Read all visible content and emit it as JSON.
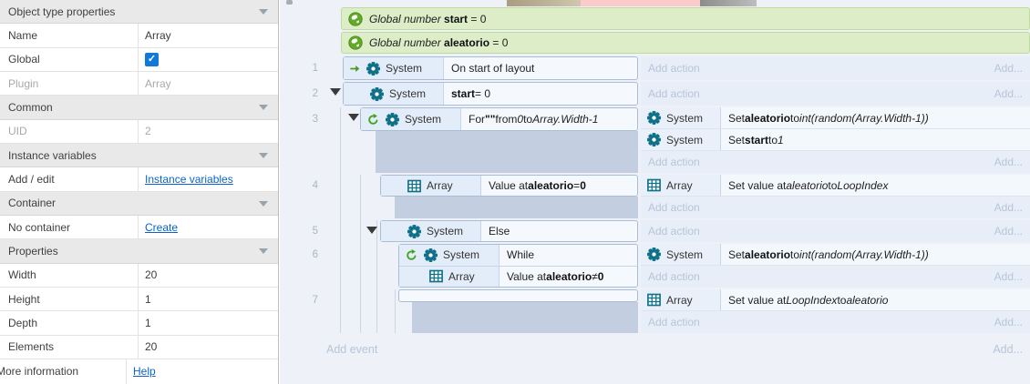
{
  "panel": {
    "rows": [
      {
        "label": "Object type properties"
      },
      {
        "label": "Name",
        "value": "Array"
      },
      {
        "label": "Global"
      },
      {
        "label": "Plugin",
        "value": "Array"
      },
      {
        "label": "Common"
      },
      {
        "label": "UID",
        "value": "2"
      },
      {
        "label": "Instance variables"
      },
      {
        "label": "Add / edit",
        "value": "Instance variables"
      },
      {
        "label": "Container"
      },
      {
        "label": "No container",
        "value": "Create"
      },
      {
        "label": "Properties"
      },
      {
        "label": "Width",
        "value": "20"
      },
      {
        "label": "Height",
        "value": "1"
      },
      {
        "label": "Depth",
        "value": "1"
      },
      {
        "label": "Elements",
        "value": "20"
      },
      {
        "label": "More information",
        "value": "Help"
      }
    ],
    "checkbox_glyph": "✓"
  },
  "sheet": {
    "labels": {
      "add_action": "Add action",
      "add_more": "Add...",
      "add_event": "Add event"
    },
    "numbers": [
      "1",
      "2",
      "3",
      "4",
      "5",
      "6",
      "7"
    ],
    "globals": [
      {
        "text": [
          [
            "Global number ",
            "i"
          ],
          [
            "start",
            "b"
          ],
          [
            " = 0",
            "n"
          ]
        ]
      },
      {
        "text": [
          [
            "Global number ",
            "i"
          ],
          [
            "aleatorio",
            "b"
          ],
          [
            " = 0",
            "n"
          ]
        ]
      }
    ],
    "events": {
      "e1": {
        "obj": "System",
        "cond": [
          [
            "On start of layout",
            "n"
          ]
        ]
      },
      "e2": {
        "obj": "System",
        "cond": [
          [
            "start",
            "b"
          ],
          [
            " = 0",
            "n"
          ]
        ]
      },
      "e3": {
        "obj": "System",
        "cond": [
          [
            "For ",
            "n"
          ],
          [
            "\"\"",
            "b"
          ],
          [
            " from ",
            "n"
          ],
          [
            "0",
            "i"
          ],
          [
            " to ",
            "n"
          ],
          [
            "Array.Width-1",
            "i"
          ]
        ],
        "a1_obj": "System",
        "a1": [
          [
            "Set ",
            "n"
          ],
          [
            "aleatorio",
            "b"
          ],
          [
            " to ",
            "n"
          ],
          [
            "int(random(Array.Width-1))",
            "i"
          ]
        ],
        "a2_obj": "System",
        "a2": [
          [
            "Set ",
            "n"
          ],
          [
            "start",
            "b"
          ],
          [
            " to ",
            "n"
          ],
          [
            "1",
            "i"
          ]
        ]
      },
      "e4": {
        "obj": "Array",
        "cond": [
          [
            "Value at ",
            "n"
          ],
          [
            "aleatorio",
            "b"
          ],
          [
            " = ",
            "n"
          ],
          [
            "0",
            "b"
          ]
        ],
        "a1_obj": "Array",
        "a1": [
          [
            "Set value at ",
            "n"
          ],
          [
            "aleatorio",
            "i"
          ],
          [
            " to ",
            "n"
          ],
          [
            "LoopIndex",
            "i"
          ]
        ]
      },
      "e5": {
        "obj": "System",
        "cond": [
          [
            "Else",
            "n"
          ]
        ]
      },
      "e6": {
        "obj": "System",
        "cond": [
          [
            "While",
            "n"
          ]
        ],
        "obj2": "Array",
        "cond2": [
          [
            "Value at ",
            "n"
          ],
          [
            "aleatorio",
            "b"
          ],
          [
            " ≠ ",
            "n"
          ],
          [
            "0",
            "b"
          ]
        ],
        "a1_obj": "System",
        "a1": [
          [
            "Set ",
            "n"
          ],
          [
            "aleatorio",
            "b"
          ],
          [
            " to ",
            "n"
          ],
          [
            "int(random(Array.Width-1))",
            "i"
          ]
        ]
      },
      "e7": {
        "a1_obj": "Array",
        "a1": [
          [
            "Set value at ",
            "n"
          ],
          [
            "LoopIndex",
            "i"
          ],
          [
            " to ",
            "n"
          ],
          [
            "aleatorio",
            "i"
          ]
        ]
      }
    },
    "colors": {
      "accent_teal": "#0f7189",
      "loop_green": "#43a51f",
      "global_bg": "#dcedc8",
      "nested_margin": "#c3cfe1",
      "strip_tan": "#b3a88d",
      "strip_pink": "#fbcaca",
      "strip_gray": "#9a9a9a"
    }
  }
}
